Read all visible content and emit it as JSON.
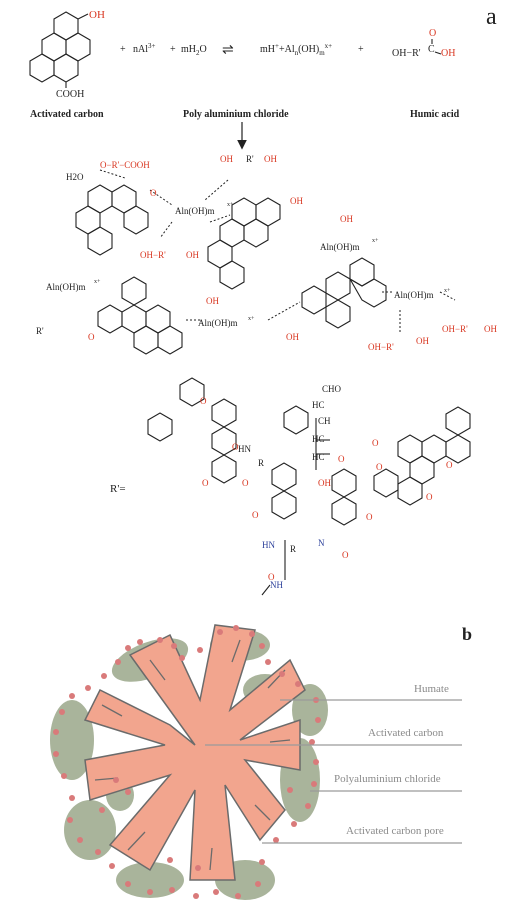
{
  "panels": {
    "a": "a",
    "b": "b"
  },
  "reaction": {
    "plus1": "+",
    "al_term": "nAl",
    "al_charge": "3+",
    "plus2": "+",
    "water_term": "mH",
    "water_sub": "2",
    "water_o": "O",
    "arrow": "⇌",
    "product_h": "mH",
    "product_plus": "+",
    "product_al": "+Al",
    "product_n": "n",
    "product_oh": "(OH)",
    "product_m": "m",
    "product_charge": "x+",
    "plus3": "+",
    "humic_oh_left": "OH−R'",
    "humic_c": "C",
    "humic_o": "O",
    "humic_oh_right": "OH"
  },
  "labels": {
    "activated_carbon": "Activated carbon",
    "pac": "Poly aluminium chloride",
    "humic_acid": "Humic acid",
    "cooh": "COOH",
    "oh": "OH",
    "rprime_def": "R'="
  },
  "complex_labels": {
    "al_complex": "Aln(OH)m",
    "charge": "x+",
    "h2o": "H2O",
    "o_rprime_cooh": "O−R'−COOH",
    "oh_rprime": "OH−R'",
    "oh": "OH",
    "o": "O",
    "rprime": "R'",
    "c": "C"
  },
  "rprime_struct": {
    "cho": "CHO",
    "hc": "HC",
    "ch": "CH",
    "r": "R",
    "hn": "HN",
    "nh": "NH",
    "n": "N",
    "oh": "OH",
    "o": "O"
  },
  "legend_b": [
    {
      "label": "Humate"
    },
    {
      "label": "Activated carbon"
    },
    {
      "label": "Polyaluminium chloride"
    },
    {
      "label": "Activated carbon pore"
    }
  ],
  "colors": {
    "carbon_fill": "#f2a58e",
    "humate_fill": "#a9b49b",
    "pac_dots": "#d97a7a",
    "red_atoms": "#d8351f",
    "blue_atoms": "#2b3f9a"
  }
}
